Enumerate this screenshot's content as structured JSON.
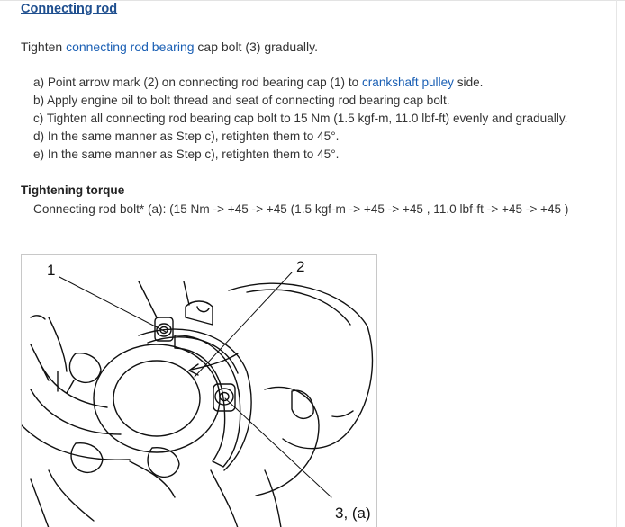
{
  "section": {
    "title": "Connecting rod",
    "intro": {
      "before": "Tighten ",
      "link": "connecting rod bearing",
      "after": " cap bolt (3) gradually."
    }
  },
  "steps": [
    {
      "before": "a) Point arrow mark (2) on connecting rod bearing cap (1) to ",
      "link": "crankshaft pulley",
      "after": " side."
    },
    {
      "text": "b) Apply engine oil to bolt thread and seat of connecting rod bearing cap bolt."
    },
    {
      "text": "c) Tighten all connecting rod bearing cap bolt to 15 Nm (1.5 kgf-m, 11.0 lbf-ft) evenly and gradually."
    },
    {
      "text": "d) In the same manner as Step c), retighten them to 45°."
    },
    {
      "text": "e) In the same manner as Step c), retighten them to 45°."
    }
  ],
  "torque": {
    "heading": "Tightening torque",
    "value": "Connecting rod bolt* (a): (15 Nm -> +45 -> +45 (1.5 kgf-m -> +45 -> +45 , 11.0 lbf-ft -> +45 -> +45 )"
  },
  "figure": {
    "callouts": {
      "c1": "1",
      "c2": "2",
      "c3": "3, (a)"
    }
  }
}
